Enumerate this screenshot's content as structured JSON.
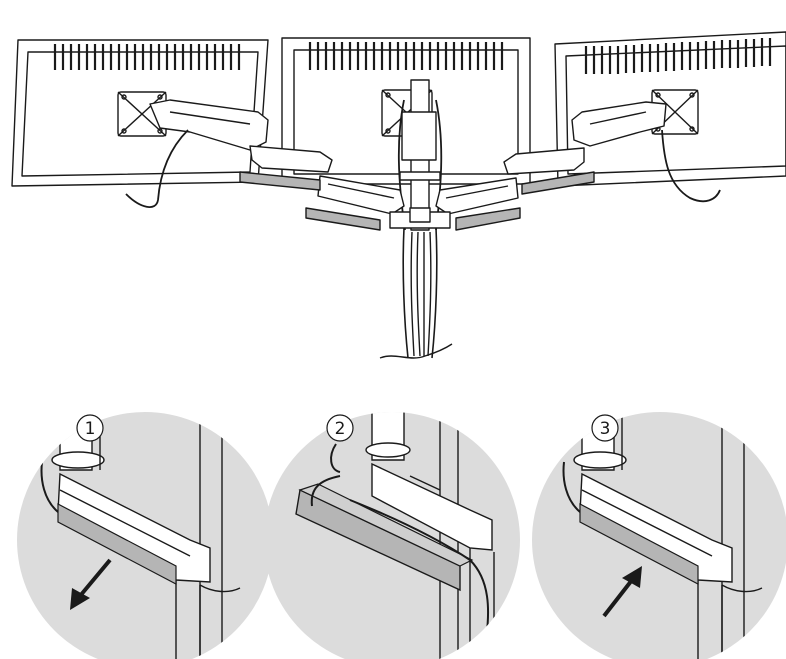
{
  "steps": [
    {
      "number": "1",
      "symbol": "①",
      "arrow": "down-left"
    },
    {
      "number": "2",
      "symbol": "②",
      "arrow": "none"
    },
    {
      "number": "3",
      "symbol": "③",
      "arrow": "up-right"
    }
  ],
  "colors": {
    "line": "#1a1a1a",
    "circle_bg": "#dcdcdc",
    "cover_strip": "#b5b5b5",
    "monitor_fill": "#ffffff"
  }
}
